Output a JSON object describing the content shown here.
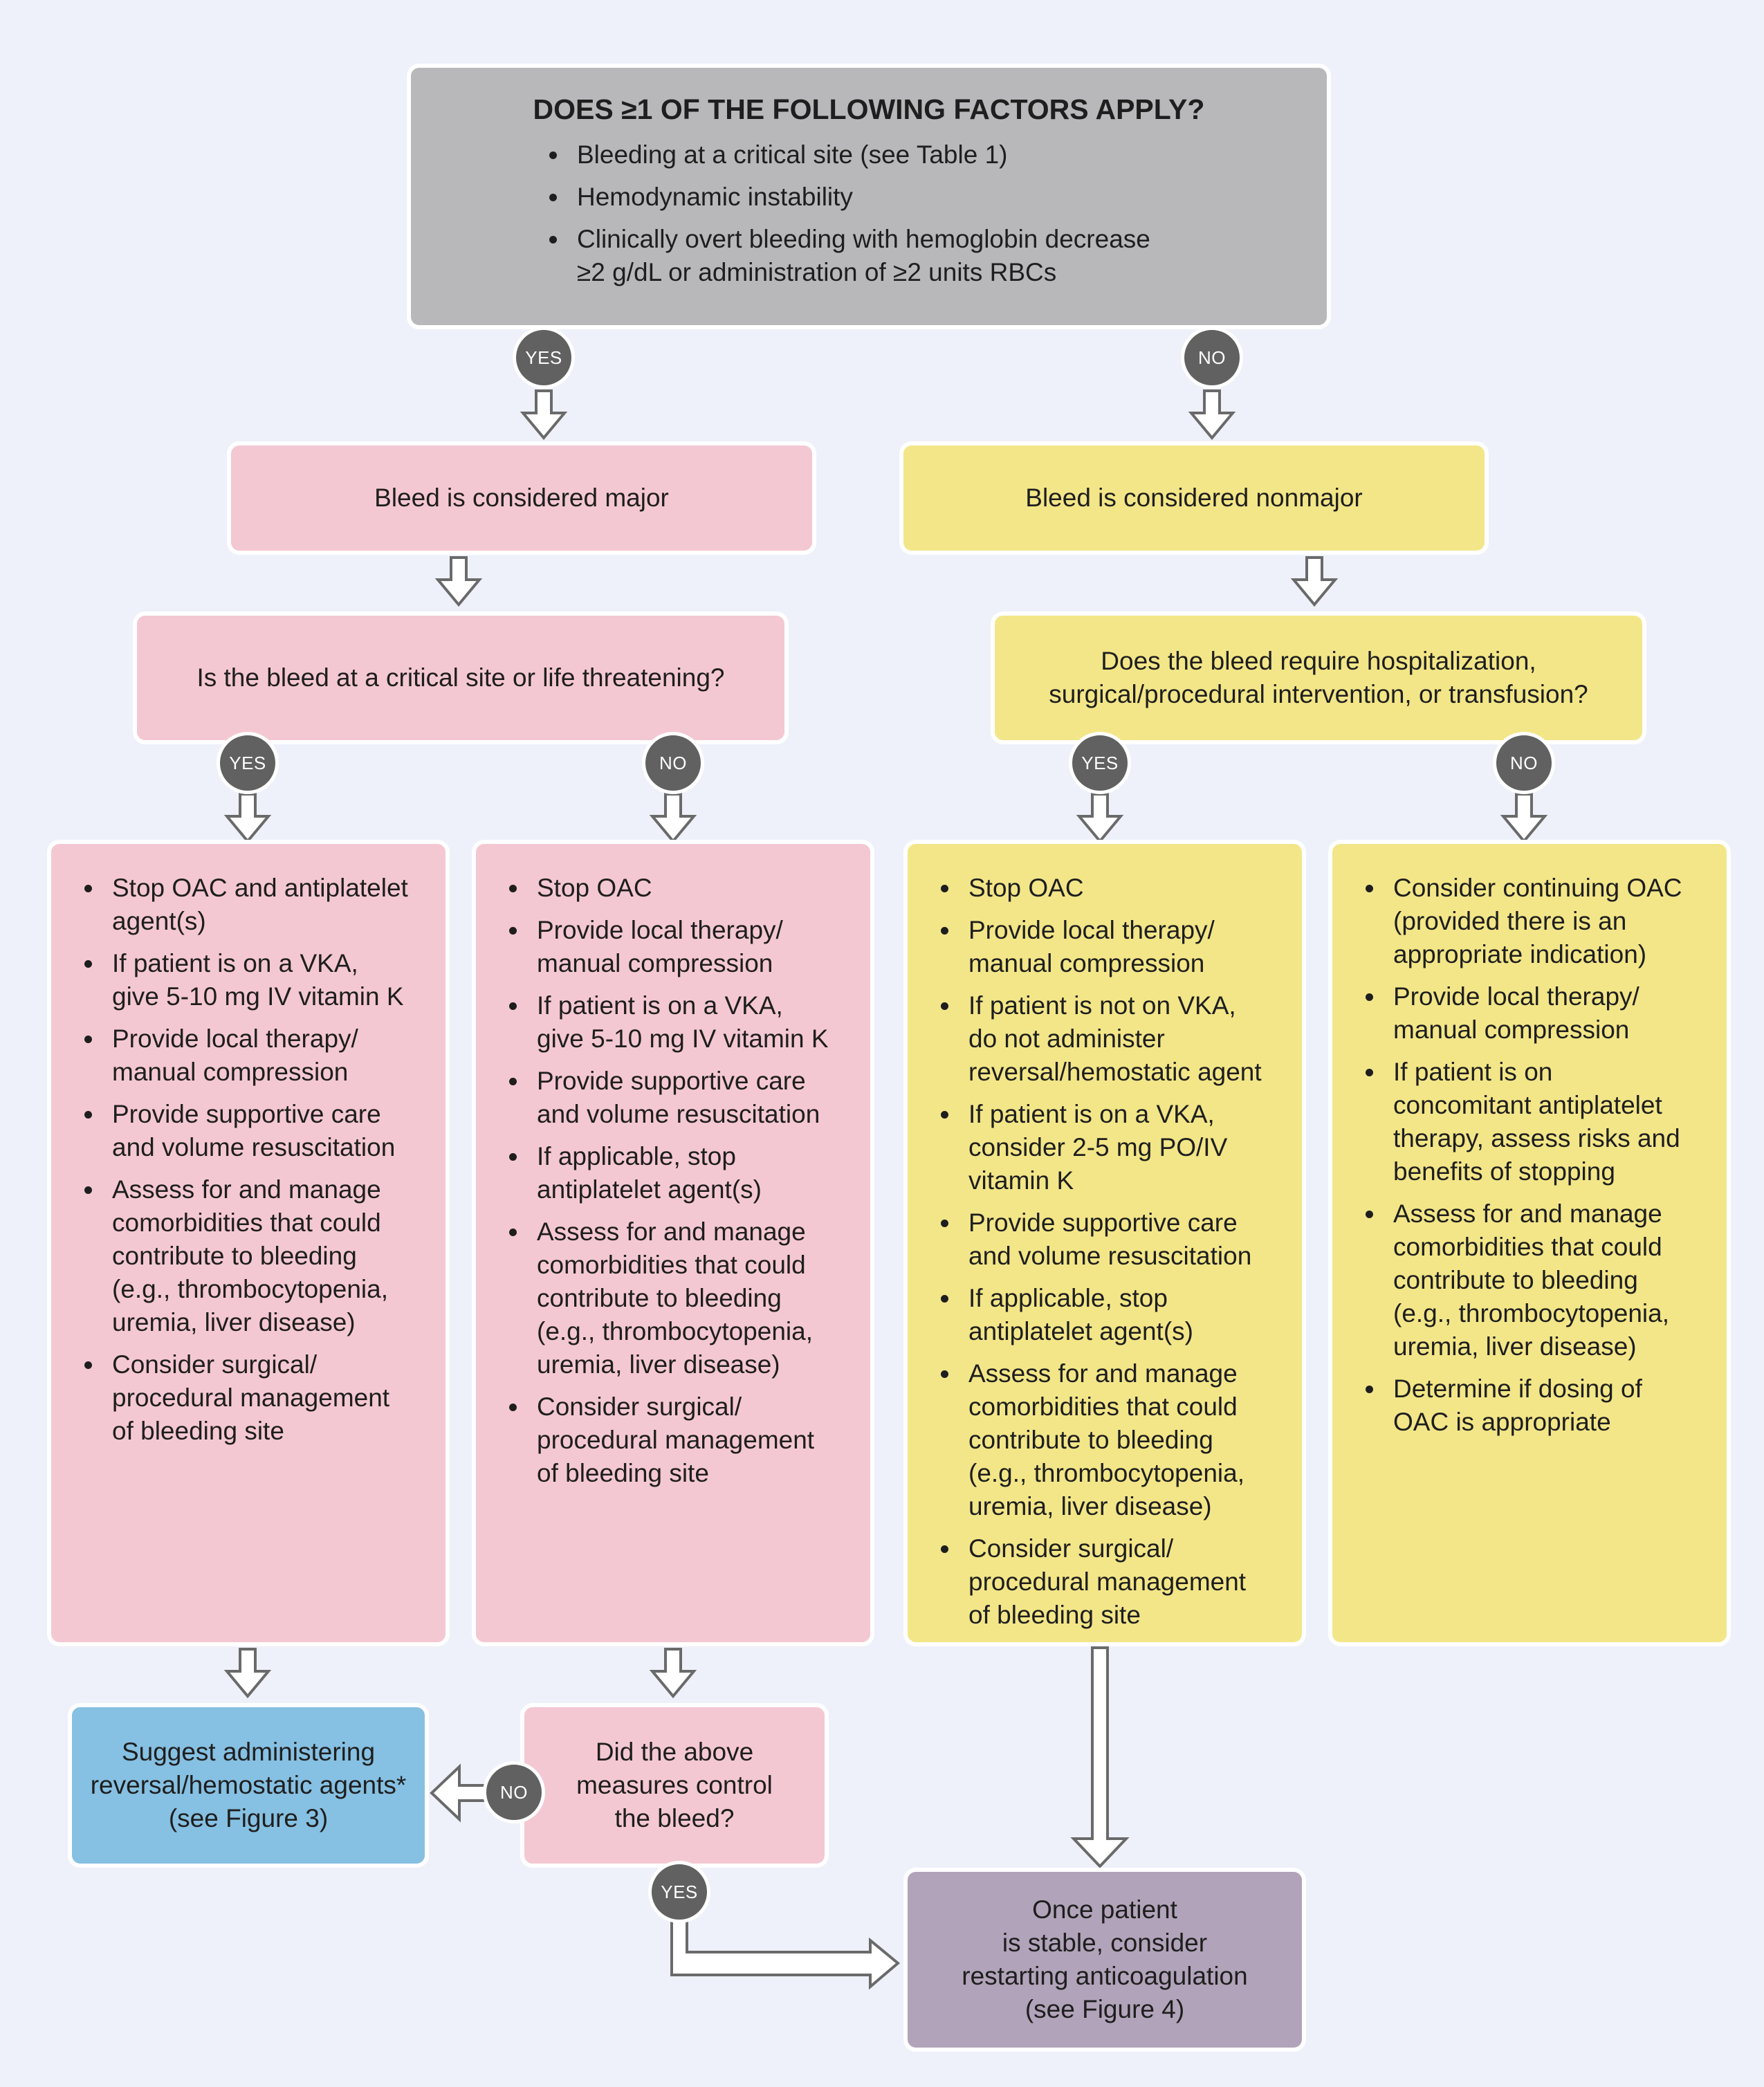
{
  "top": {
    "title": "DOES ≥1 OF THE FOLLOWING FACTORS APPLY?",
    "items": [
      [
        "Bleeding at a critical site (see Table 1)"
      ],
      [
        "Hemodynamic instability"
      ],
      [
        "Clinically overt bleeding with hemoglobin decrease",
        "≥2 g/dL or administration of ≥2 units RBCs"
      ]
    ]
  },
  "badges": {
    "yes": "YES",
    "no": "NO"
  },
  "major": {
    "label": "Bleed is considered major"
  },
  "nonmajor": {
    "label": "Bleed is considered nonmajor"
  },
  "critical_q": {
    "label": "Is the bleed at a critical site or life threatening?"
  },
  "hosp_q": {
    "lines": [
      "Does the bleed require hospitalization,",
      "surgical/procedural intervention, or transfusion?"
    ]
  },
  "col1": {
    "items": [
      [
        "Stop OAC and antiplatelet",
        "agent(s)"
      ],
      [
        "If patient is on a VKA,",
        "give 5-10 mg IV vitamin K"
      ],
      [
        "Provide local therapy/",
        "manual compression"
      ],
      [
        "Provide supportive care",
        "and volume resuscitation"
      ],
      [
        "Assess for and manage",
        "comorbidities that could",
        "contribute to bleeding",
        "(e.g., thrombocytopenia,",
        "uremia, liver disease)"
      ],
      [
        "Consider surgical/",
        "procedural management",
        "of bleeding site"
      ]
    ]
  },
  "col2": {
    "items": [
      [
        "Stop OAC"
      ],
      [
        "Provide local therapy/",
        "manual compression"
      ],
      [
        "If patient is on a VKA,",
        "give 5-10 mg IV vitamin K"
      ],
      [
        "Provide supportive care",
        "and volume resuscitation"
      ],
      [
        "If applicable, stop",
        "antiplatelet agent(s)"
      ],
      [
        "Assess for and manage",
        "comorbidities that could",
        "contribute to bleeding",
        "(e.g., thrombocytopenia,",
        "uremia, liver disease)"
      ],
      [
        "Consider surgical/",
        "procedural management",
        "of bleeding site"
      ]
    ]
  },
  "col3": {
    "items": [
      [
        "Stop OAC"
      ],
      [
        "Provide local therapy/",
        "manual compression"
      ],
      [
        "If patient is not on VKA,",
        "do not administer",
        "reversal/hemostatic agent"
      ],
      [
        "If patient is on a VKA,",
        "consider 2-5 mg PO/IV",
        "vitamin K"
      ],
      [
        "Provide supportive care",
        "and volume resuscitation"
      ],
      [
        "If applicable, stop",
        "antiplatelet agent(s)"
      ],
      [
        "Assess for and manage",
        "comorbidities that could",
        "contribute to bleeding",
        "(e.g., thrombocytopenia,",
        "uremia, liver disease)"
      ],
      [
        "Consider surgical/",
        "procedural management",
        "of bleeding site"
      ]
    ]
  },
  "col4": {
    "items": [
      [
        "Consider continuing OAC",
        "(provided there is an",
        "appropriate indication)"
      ],
      [
        "Provide local therapy/",
        "manual compression"
      ],
      [
        "If patient is on",
        "concomitant antiplatelet",
        "therapy, assess risks and",
        "benefits of stopping"
      ],
      [
        "Assess for and manage",
        "comorbidities that could",
        "contribute to bleeding",
        "(e.g., thrombocytopenia,",
        "uremia, liver disease)"
      ],
      [
        "Determine if dosing of",
        "OAC is appropriate"
      ]
    ]
  },
  "reversal": {
    "lines": [
      "Suggest administering",
      "reversal/hemostatic agents*",
      "(see Figure 3)"
    ]
  },
  "control_q": {
    "lines": [
      "Did the above",
      "measures control",
      "the bleed?"
    ]
  },
  "restart": {
    "lines": [
      "Once patient",
      "is stable, consider",
      "restarting anticoagulation",
      "(see Figure 4)"
    ]
  }
}
